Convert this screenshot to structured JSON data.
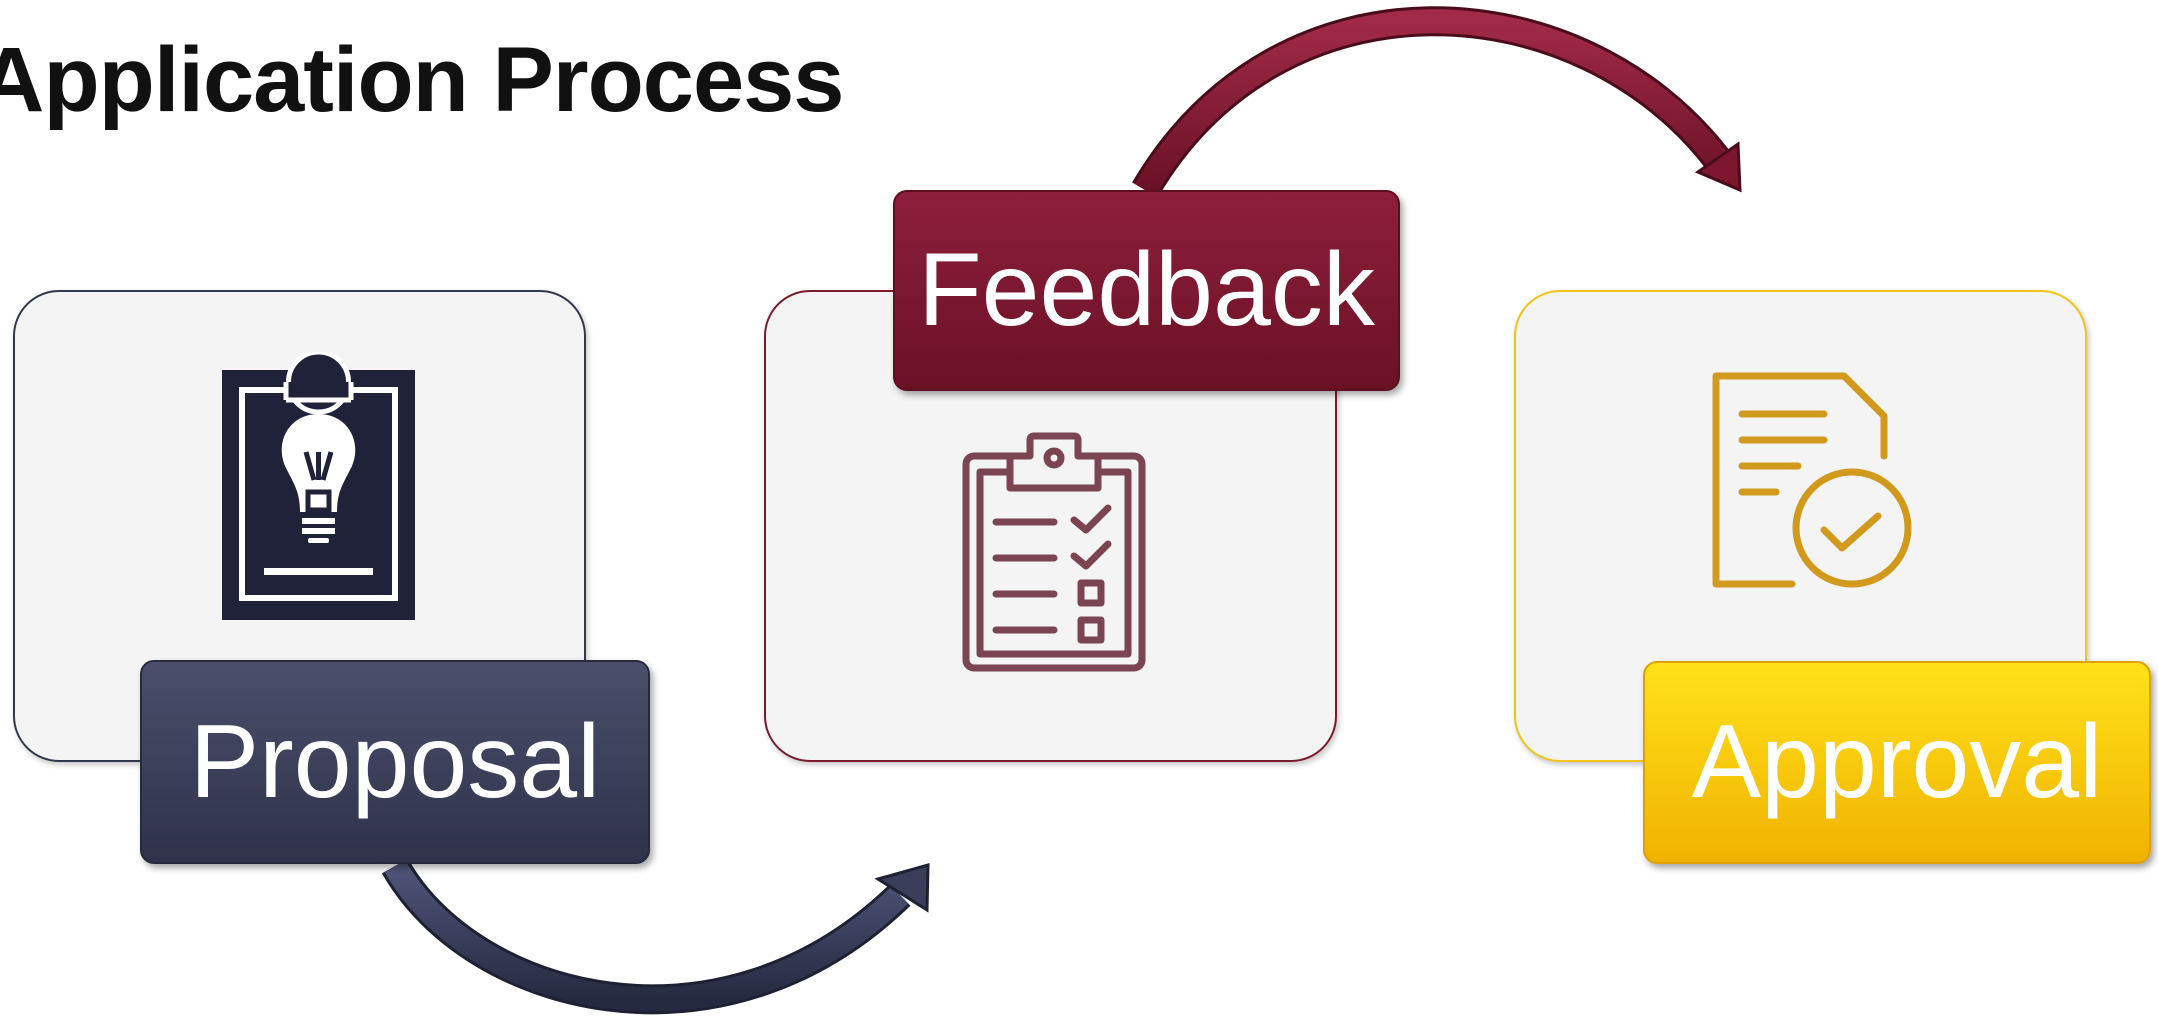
{
  "title": "Application Process",
  "steps": [
    {
      "label": "Proposal",
      "icon": "clipboard-lightbulb-icon",
      "color": "#383c56"
    },
    {
      "label": "Feedback",
      "icon": "checklist-clipboard-icon",
      "color": "#7a1a30"
    },
    {
      "label": "Approval",
      "icon": "document-check-icon",
      "color": "#f5c400"
    }
  ]
}
